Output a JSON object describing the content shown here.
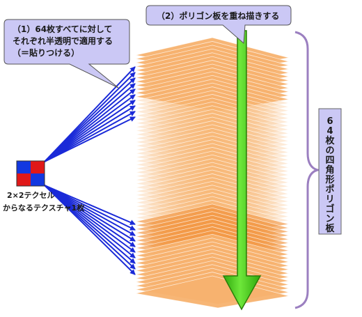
{
  "callout_apply": {
    "lines": [
      "（1）64枚すべてに対して",
      "それぞれ半透明で適用する",
      "（＝貼りつける）"
    ]
  },
  "callout_draw": {
    "text": "（2）ポリゴン板を重ね描きする"
  },
  "texture": {
    "caption_lines": [
      "2×2テクセル",
      "からなるテクスチャ1枚"
    ],
    "colors": {
      "top_left": "#1238e0",
      "top_right": "#e01818",
      "bottom_left": "#e01818",
      "bottom_right": "#1238e0"
    }
  },
  "stack_label": {
    "chars": [
      "6",
      "4",
      "枚",
      "の",
      "四",
      "角",
      "形",
      "ポ",
      "リ",
      "ゴ",
      "ン",
      "板"
    ]
  },
  "colors": {
    "callout_fill": "#cbc8f5",
    "plate_fill": "#f7b26f",
    "arrow_blue": "#1a2ad8",
    "draw_arrow_green": "#4cd411",
    "brace": "#9b7fc0"
  }
}
